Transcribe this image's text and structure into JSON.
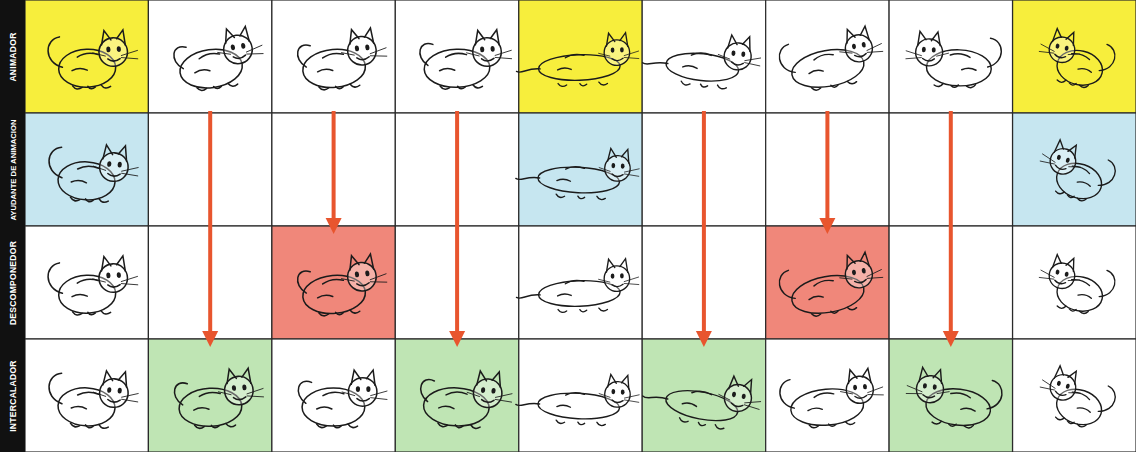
{
  "diagram": {
    "nodes": [
      {
        "text": [
          "ANIMADOR"
        ]
      },
      {
        "text": [
          "AYUDANTE DE ANIMACION"
        ]
      },
      {
        "text": [
          "DESCOMPONEDOR"
        ]
      },
      {
        "text": [
          "INTERCALADOR"
        ]
      }
    ]
  }
}
